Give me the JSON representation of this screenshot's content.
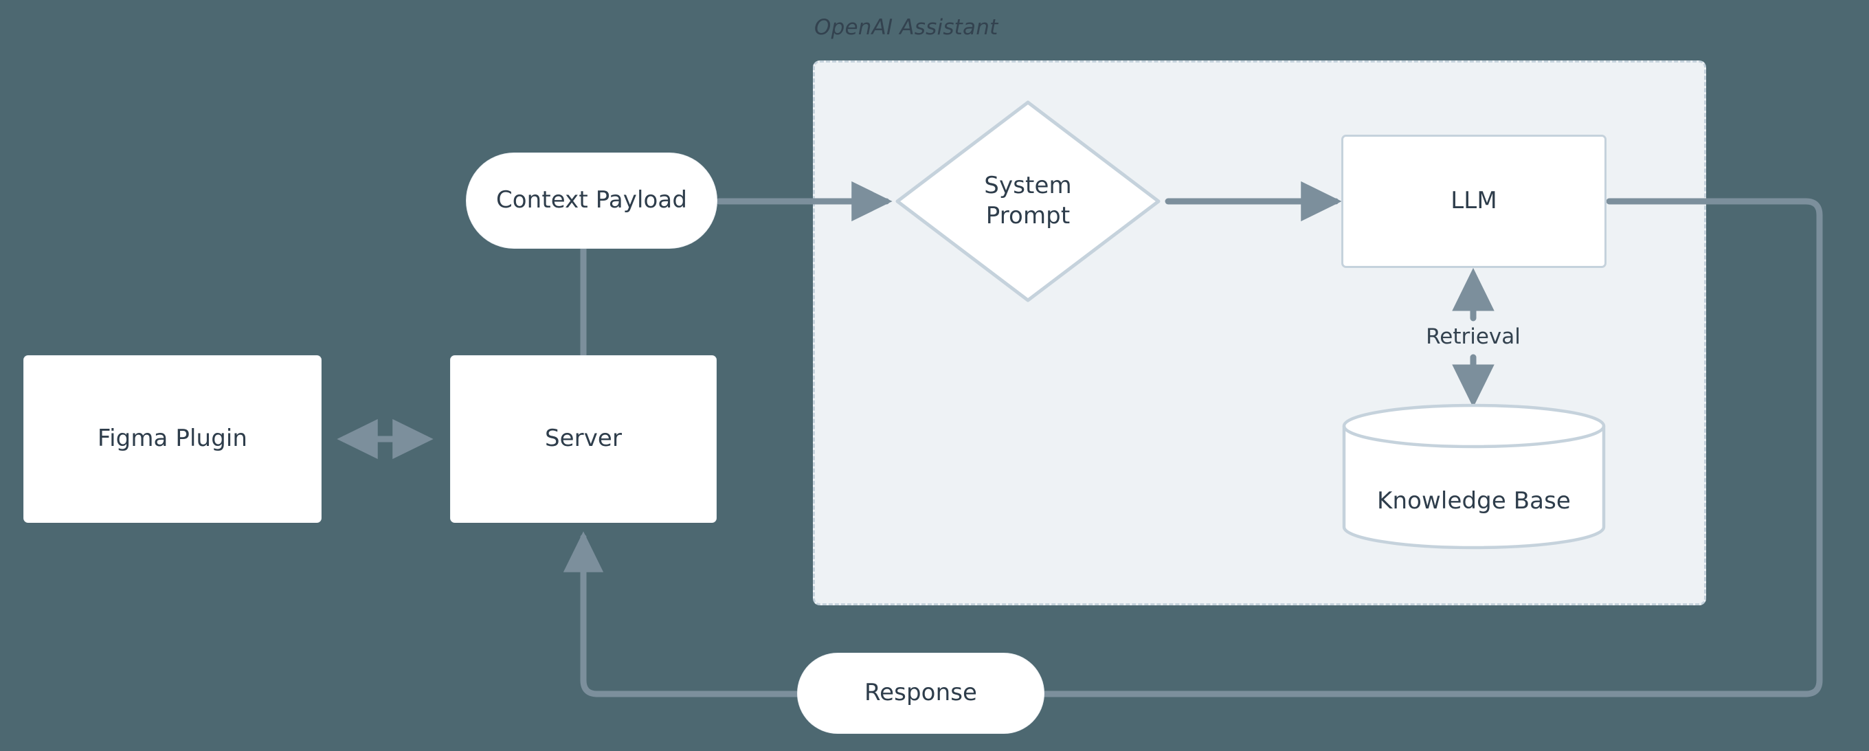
{
  "diagram": {
    "type": "flowchart",
    "direction": "left-to-right",
    "background_color": "#4d6871",
    "node_fill": "#ffffff",
    "node_text_color": "#2e3d4b",
    "edge_color": "#7c8f9c",
    "subgraph_fill": "#eef2f5",
    "subgraph_border_color": "#c5d2dc"
  },
  "subgraph": {
    "title": "OpenAI Assistant",
    "style": "dashed"
  },
  "nodes": [
    {
      "id": "figma-plugin",
      "label": "Figma Plugin",
      "shape": "rect"
    },
    {
      "id": "server",
      "label": "Server",
      "shape": "rect"
    },
    {
      "id": "context-payload",
      "label": "Context Payload",
      "shape": "stadium"
    },
    {
      "id": "system-prompt",
      "label": "System\nPrompt",
      "shape": "diamond",
      "line1": "System",
      "line2": "Prompt"
    },
    {
      "id": "llm",
      "label": "LLM",
      "shape": "rect"
    },
    {
      "id": "knowledge-base",
      "label": "Knowledge Base",
      "shape": "cylinder"
    },
    {
      "id": "response",
      "label": "Response",
      "shape": "stadium"
    }
  ],
  "edges": [
    {
      "from": "figma-plugin",
      "to": "server",
      "label": "",
      "arrow": "both",
      "style": "solid"
    },
    {
      "from": "server",
      "to": "context-payload",
      "label": "",
      "arrow": "none",
      "style": "solid"
    },
    {
      "from": "context-payload",
      "to": "system-prompt",
      "label": "",
      "arrow": "end",
      "style": "solid"
    },
    {
      "from": "system-prompt",
      "to": "llm",
      "label": "",
      "arrow": "end",
      "style": "solid"
    },
    {
      "from": "llm",
      "to": "knowledge-base",
      "label": "Retrieval",
      "arrow": "both",
      "style": "dashed"
    },
    {
      "from": "llm",
      "to": "response",
      "label": "",
      "arrow": "none",
      "style": "solid"
    },
    {
      "from": "response",
      "to": "server",
      "label": "",
      "arrow": "end",
      "style": "solid"
    }
  ],
  "labels": {
    "retrieval": "Retrieval"
  }
}
